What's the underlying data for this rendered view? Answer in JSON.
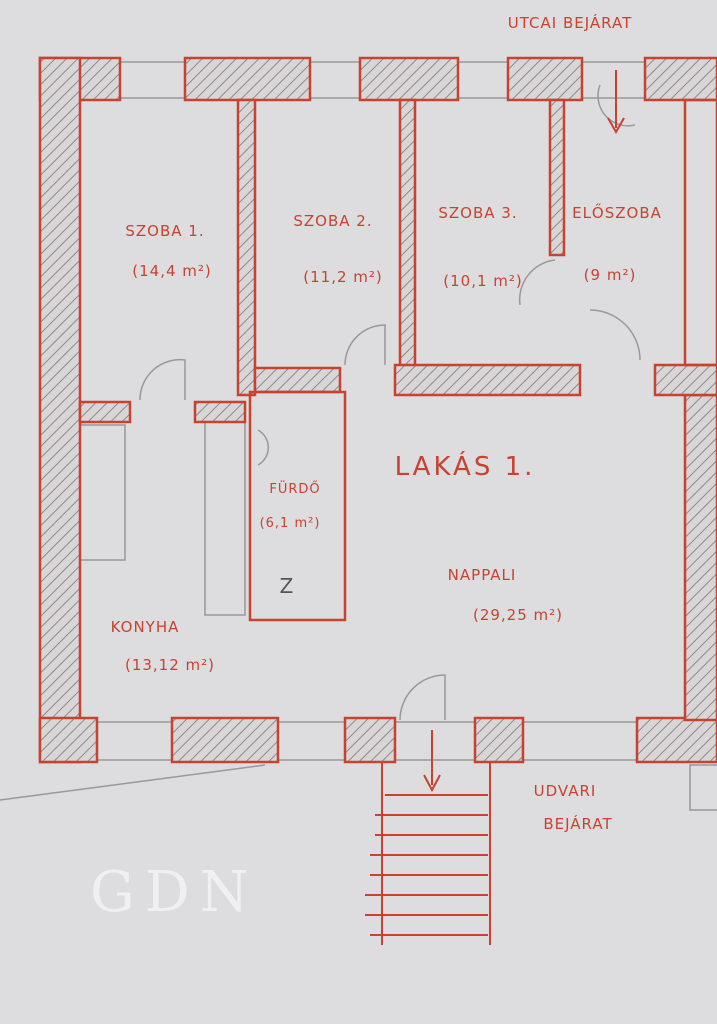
{
  "title": "LAKÁS 1.",
  "entrances": {
    "street": "UTCAI BEJÁRAT",
    "yard_line1": "UDVARI",
    "yard_line2": "BEJÁRAT"
  },
  "rooms": [
    {
      "name": "SZOBA 1.",
      "area": "(14,4 m²)"
    },
    {
      "name": "SZOBA 2.",
      "area": "(11,2 m²)"
    },
    {
      "name": "SZOBA 3.",
      "area": "(10,1 m²)"
    },
    {
      "name": "ELŐSZOBA",
      "area": "(9 m²)"
    },
    {
      "name": "FÜRDŐ",
      "area": "(6,1 m²)"
    },
    {
      "name": "KONYHA",
      "area": "(13,12 m²)"
    },
    {
      "name": "NAPPALI",
      "area": "(29,25 m²)"
    }
  ],
  "toilet_mark": "Z",
  "watermark": "GDN",
  "colors": {
    "wall": "#c8432f",
    "paper": "#dddcdf",
    "pencil": "#8a8a8a"
  }
}
